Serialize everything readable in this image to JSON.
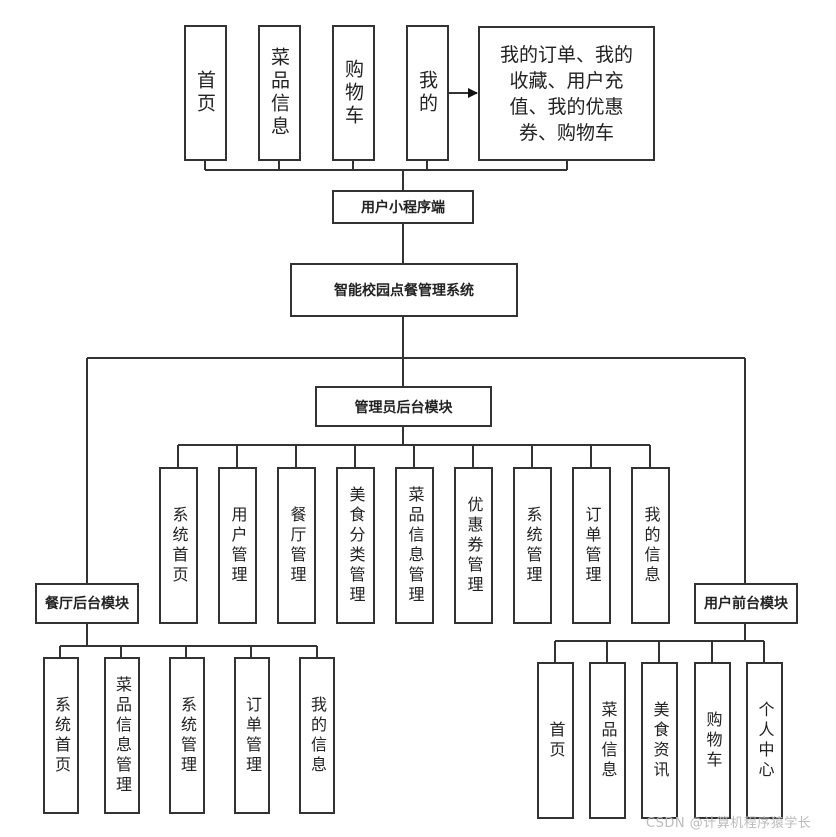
{
  "diagram": {
    "user_app": {
      "title": "用户小程序端",
      "items": [
        "首页",
        "菜品信息",
        "购物车",
        "我的"
      ],
      "my_details": "我的订单、我的收藏、用户充值、我的优惠券、购物车"
    },
    "root": {
      "title": "智能校园点餐管理系统"
    },
    "admin": {
      "title": "管理员后台模块",
      "items": [
        "系统首页",
        "用户管理",
        "餐厅管理",
        "美食分类管理",
        "菜品信息管理",
        "优惠券管理",
        "系统管理",
        "订单管理",
        "我的信息"
      ]
    },
    "restaurant": {
      "title": "餐厅后台模块",
      "items": [
        "系统首页",
        "菜品信息管理",
        "系统管理",
        "订单管理",
        "我的信息"
      ]
    },
    "user_front": {
      "title": "用户前台模块",
      "items": [
        "首页",
        "菜品信息",
        "美食资讯",
        "购物车",
        "个人中心"
      ]
    }
  },
  "watermark": "CSDN @计算机程序猿学长",
  "colors": {
    "line": "#333333",
    "background": "#ffffff"
  }
}
